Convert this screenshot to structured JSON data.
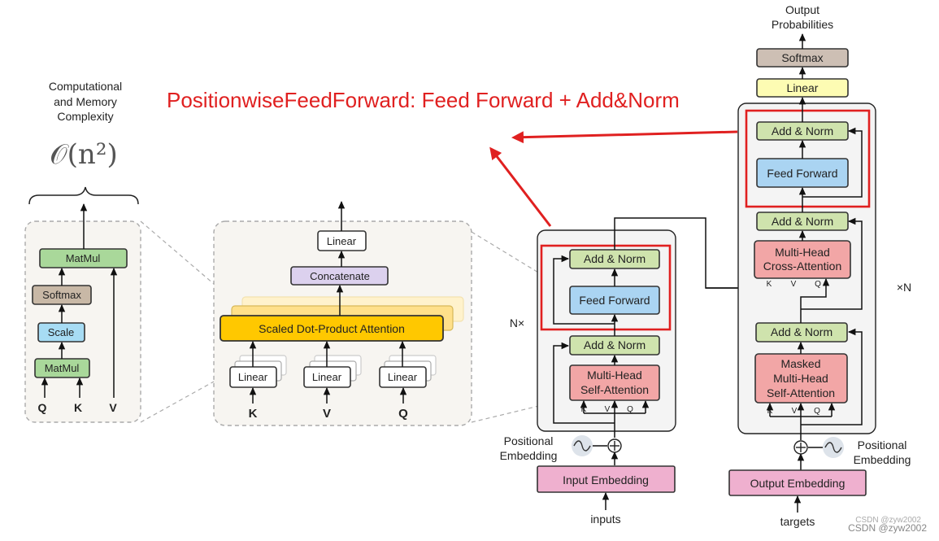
{
  "colors": {
    "red": "#e02020",
    "matmul": "#a9d89a",
    "softmax": "#c8b8a6",
    "scale": "#a7dcf4",
    "linear": "#ffffff",
    "concat": "#dcd1ee",
    "sdpa": "#ffc800",
    "addnorm": "#cfe3ad",
    "ff": "#aad4f2",
    "mha": "#f2a6a6",
    "embed": "#efb0cf",
    "out_softmax": "#cdbfb4",
    "out_linear": "#fdfcb3"
  },
  "title": "PositionwiseFeedForward: Feed Forward + Add&Norm",
  "complexity": {
    "line1": "Computational",
    "line2": "and Memory",
    "line3": "Complexity",
    "formula": "𝒪(n²)"
  },
  "attention": {
    "matmul_top": "MatMul",
    "softmax": "Softmax",
    "scale": "Scale",
    "matmul_bottom": "MatMul",
    "q": "Q",
    "k": "K",
    "v": "V"
  },
  "multihead": {
    "linear_top": "Linear",
    "concatenate": "Concatenate",
    "sdpa": "Scaled Dot-Product Attention",
    "linear_k": "Linear",
    "linear_v": "Linear",
    "linear_q": "Linear",
    "k": "K",
    "v": "V",
    "q": "Q"
  },
  "encoder": {
    "add_norm_top": "Add & Norm",
    "feed_forward": "Feed Forward",
    "add_norm_bottom": "Add & Norm",
    "mha_line1": "Multi-Head",
    "mha_line2": "Self-Attention",
    "k": "K",
    "v": "V",
    "q": "Q",
    "repeat": "N×",
    "pos_line1": "Positional",
    "pos_line2": "Embedding",
    "input_embedding": "Input Embedding",
    "inputs": "inputs"
  },
  "decoder": {
    "output_line1": "Output",
    "output_line2": "Probabilities",
    "softmax": "Softmax",
    "linear": "Linear",
    "add_norm_1": "Add & Norm",
    "feed_forward": "Feed Forward",
    "add_norm_2": "Add & Norm",
    "cross_line1": "Multi-Head",
    "cross_line2": "Cross-Attention",
    "add_norm_3": "Add & Norm",
    "masked_line1": "Masked",
    "masked_line2": "Multi-Head",
    "masked_line3": "Self-Attention",
    "k": "K",
    "v": "V",
    "q": "Q",
    "repeat": "×N",
    "pos_line1": "Positional",
    "pos_line2": "Embedding",
    "output_embedding": "Output Embedding",
    "targets": "targets"
  },
  "watermark": {
    "line1": "CSDN @zyw2002",
    "line2": "CSDN @zyw2002"
  }
}
